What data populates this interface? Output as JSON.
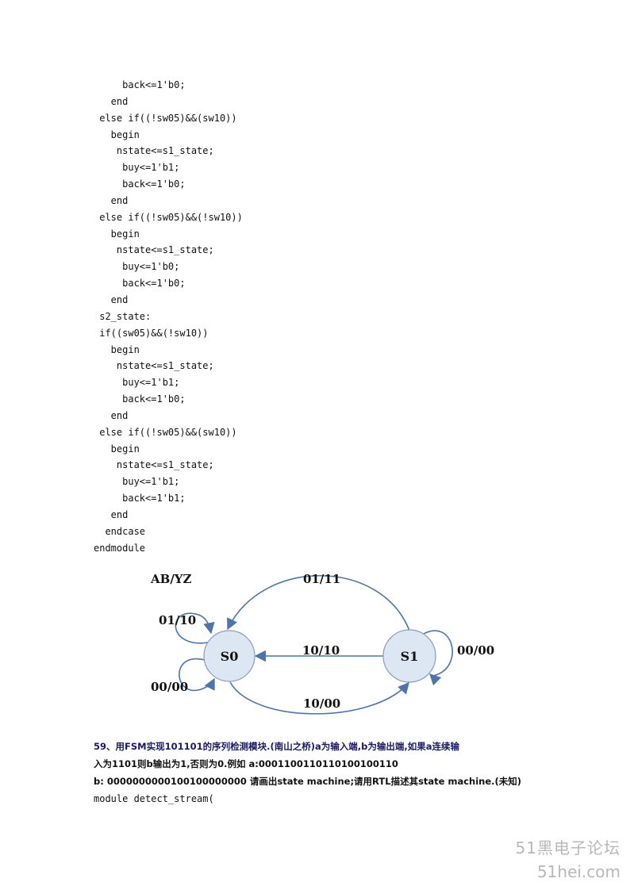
{
  "code_lines": [
    "     back<=1'b0;",
    "   end",
    " else if((!sw05)&&(sw10))",
    "   begin",
    "    nstate<=s1_state;",
    "     buy<=1'b1;",
    "     back<=1'b0;",
    "   end",
    " else if((!sw05)&&(!sw10))",
    "   begin",
    "    nstate<=s1_state;",
    "     buy<=1'b0;",
    "     back<=1'b0;",
    "   end",
    " s2_state:",
    " if((sw05)&&(!sw10))",
    "   begin",
    "    nstate<=s1_state;",
    "     buy<=1'b1;",
    "     back<=1'b0;",
    "   end",
    " else if((!sw05)&&(sw10))",
    "   begin",
    "    nstate<=s1_state;",
    "     buy<=1'b1;",
    "     back<=1'b1;",
    "   end",
    "  endcase",
    "endmodule"
  ],
  "diagram": {
    "title": "AB/YZ",
    "states": {
      "s0": "S0",
      "s1": "S1"
    },
    "edges": {
      "s1_to_s0_top": "01/11",
      "s0_self_top": "01/10",
      "s1_to_s0_mid": "10/10",
      "s1_self": "00/00",
      "s0_self_bottom": "00/00",
      "s0_to_s1_bottom": "10/00"
    },
    "colors": {
      "state_fill": "#dde7f3",
      "state_stroke": "#8a9bb5",
      "arrow": "#4f74aa"
    }
  },
  "question": {
    "line1": "59、用FSM实现101101的序列检测模块.(南山之桥)a为输入端,b为输出端,如果a连续输",
    "line2": "入为1101则b输出为1,否则为0.例如 a:0001100110110100100110",
    "line3": "b: 0000000000100100000000 请画出state machine;请用RTL描述其state machine.(未知)",
    "line4": "module detect_stream("
  },
  "watermark": {
    "cn": "51黑电子论坛",
    "en": "51hei.com"
  }
}
